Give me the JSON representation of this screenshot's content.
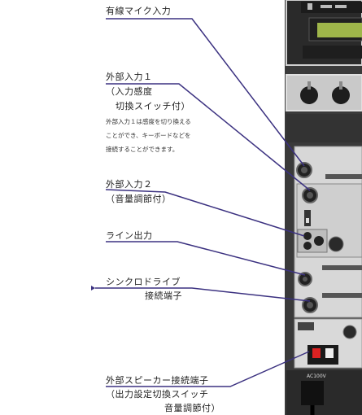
{
  "labels": {
    "wired_mic": "有線マイク入力",
    "ext1_title": "外部入力１",
    "ext1_sub1": "（入力感度",
    "ext1_sub2": "切換スイッチ付）",
    "ext1_desc": [
      "外部入力１は感度を切り換える",
      "ことができ、キーボードなどを",
      "接続することができます。"
    ],
    "ext2_title": "外部入力２",
    "ext2_sub": "（音量調節付）",
    "line_out": "ライン出力",
    "sync_title": "シンクロドライブ",
    "sync_sub": "接続端子",
    "speaker_title": "外部スピーカー接続端子",
    "speaker_sub1": "（出力設定切換スイッチ",
    "speaker_sub2": "音量調節付）"
  },
  "device": {
    "ac_label": "AC100V"
  },
  "colors": {
    "leader_line": "#3b3180",
    "device_body": "#3a3a3a",
    "panel": "#d9d9d9",
    "lcd": "#9fb64a"
  }
}
